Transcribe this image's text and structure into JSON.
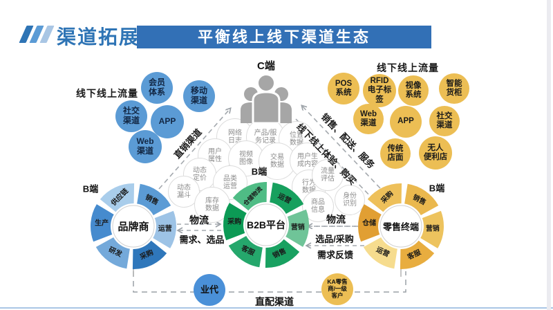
{
  "slide": {
    "logo_icon": "triple-slash",
    "page_title": "渠道拓展",
    "banner_title": "平衡线上线下渠道生态"
  },
  "left_cluster": {
    "title": "线下线上流量",
    "circles": [
      "会员\n体系",
      "移动\n渠道",
      "社交\n渠道",
      "APP",
      "Web\n渠道"
    ]
  },
  "right_cluster": {
    "title": "线下线上流量",
    "circles": [
      "POS\n系统",
      "RFID\n电子标\n签",
      "视像\n系统",
      "智能\n货柜",
      "Web\n渠道",
      "APP",
      "社交\n渠道",
      "传统\n店面",
      "无人\n便利店"
    ]
  },
  "consumer": {
    "label": "C端"
  },
  "data_cloud": [
    "网络\n日志",
    "产品/服\n务记录",
    "位置\n数据",
    "用户\n属性",
    "视频\n图像",
    "交易\n数据",
    "用户生\n成内容",
    "动态\n定价",
    "品类\n运营",
    "行为\n数据",
    "动态\n漏斗",
    "库存\n数据",
    "流量\n评估",
    "商品\n信息",
    "身份\n识别"
  ],
  "hubs": [
    {
      "tag": "B端",
      "name": "品牌商",
      "segments": [
        "销售",
        "运营",
        "采购",
        "研发",
        "生产",
        "供应链"
      ],
      "colors": [
        "#5b9bd5",
        "#9dc3e6",
        "#2f77bb",
        "#74a9da",
        "#468bce",
        "#a9cdeb"
      ]
    },
    {
      "tag": "B端",
      "name": "B2B平台",
      "segments": [
        "运营",
        "营销",
        "销售",
        "客服",
        "采购",
        "仓储物流"
      ],
      "colors": [
        "#17a05e",
        "#6fc498",
        "#19a161",
        "#25a76c",
        "#0c9a55",
        "#4fbc85"
      ]
    },
    {
      "tag": "B端",
      "name": "零售终端",
      "segments": [
        "销售",
        "营销",
        "客服",
        "运营",
        "仓储",
        "采购"
      ],
      "colors": [
        "#eab84e",
        "#edc35e",
        "#e8ad3f",
        "#f6dc8e",
        "#e19f33",
        "#eec05a"
      ]
    }
  ],
  "flows": {
    "direct_sales": "直销渠道",
    "sales_delivery_service": "销售、配送、服务",
    "experience_purchase": "线下线上体验、购买",
    "left_logistics": "物流",
    "left_demand": "需求、选品",
    "right_logistics": "物流",
    "right_selection": "选品/采购",
    "right_feedback": "需求反馈",
    "direct_distribution": "直配渠道"
  },
  "bottom": {
    "agent": "业代",
    "ka_customer": "KA零售\n商/一级\n客户"
  },
  "palette": {
    "banner": "#3270b6",
    "title_blue": "#2e74b5",
    "blue_circle": "#5b9bd5",
    "yellow_circle": "#ecbe54",
    "agent_blue": "#4a90d8",
    "cloud_border": "#dcdcdc",
    "cloud_text": "#8b8b8b",
    "people_gray": "#a6a6a6",
    "dash_gray": "#9aa0a6",
    "footer_line": "#a9c5e5"
  }
}
